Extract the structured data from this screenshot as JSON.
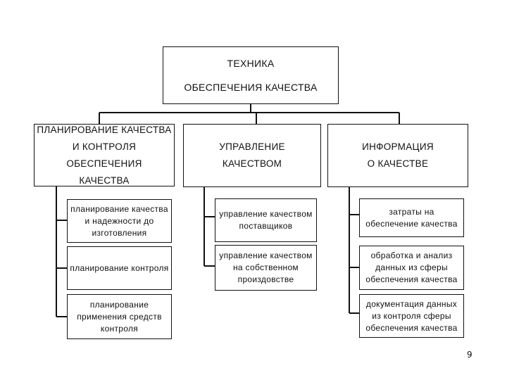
{
  "root": {
    "line1": "ТЕХНИКА",
    "line2": "ОБЕСПЕЧЕНИЯ КАЧЕСТВА"
  },
  "columns": [
    {
      "header": "ПЛАНИРОВАНИЕ КАЧЕСТВА\nИ КОНТРОЛЯ ОБЕСПЕЧЕНИЯ\nКАЧЕСТВА",
      "items": [
        "планирование качества\nи надежности до\nизготовления",
        "планирование контроля",
        "планирование\nприменения средств\nконтроля"
      ]
    },
    {
      "header": "УПРАВЛЕНИЕ\nКАЧЕСТВОМ",
      "items": [
        "управление качеством\nпоставщиков",
        "управление качеством\nна собственном\nпроиздовстве"
      ]
    },
    {
      "header": "ИНФОРМАЦИЯ\nО КАЧЕСТВЕ",
      "items": [
        "затраты на\nобеспечение качества",
        "обработка и анализ\nданных из сферы\nобеспечения качества",
        "документация данных\nиз контроля сферы\nобеспечения качества"
      ]
    }
  ],
  "page_number": "9"
}
